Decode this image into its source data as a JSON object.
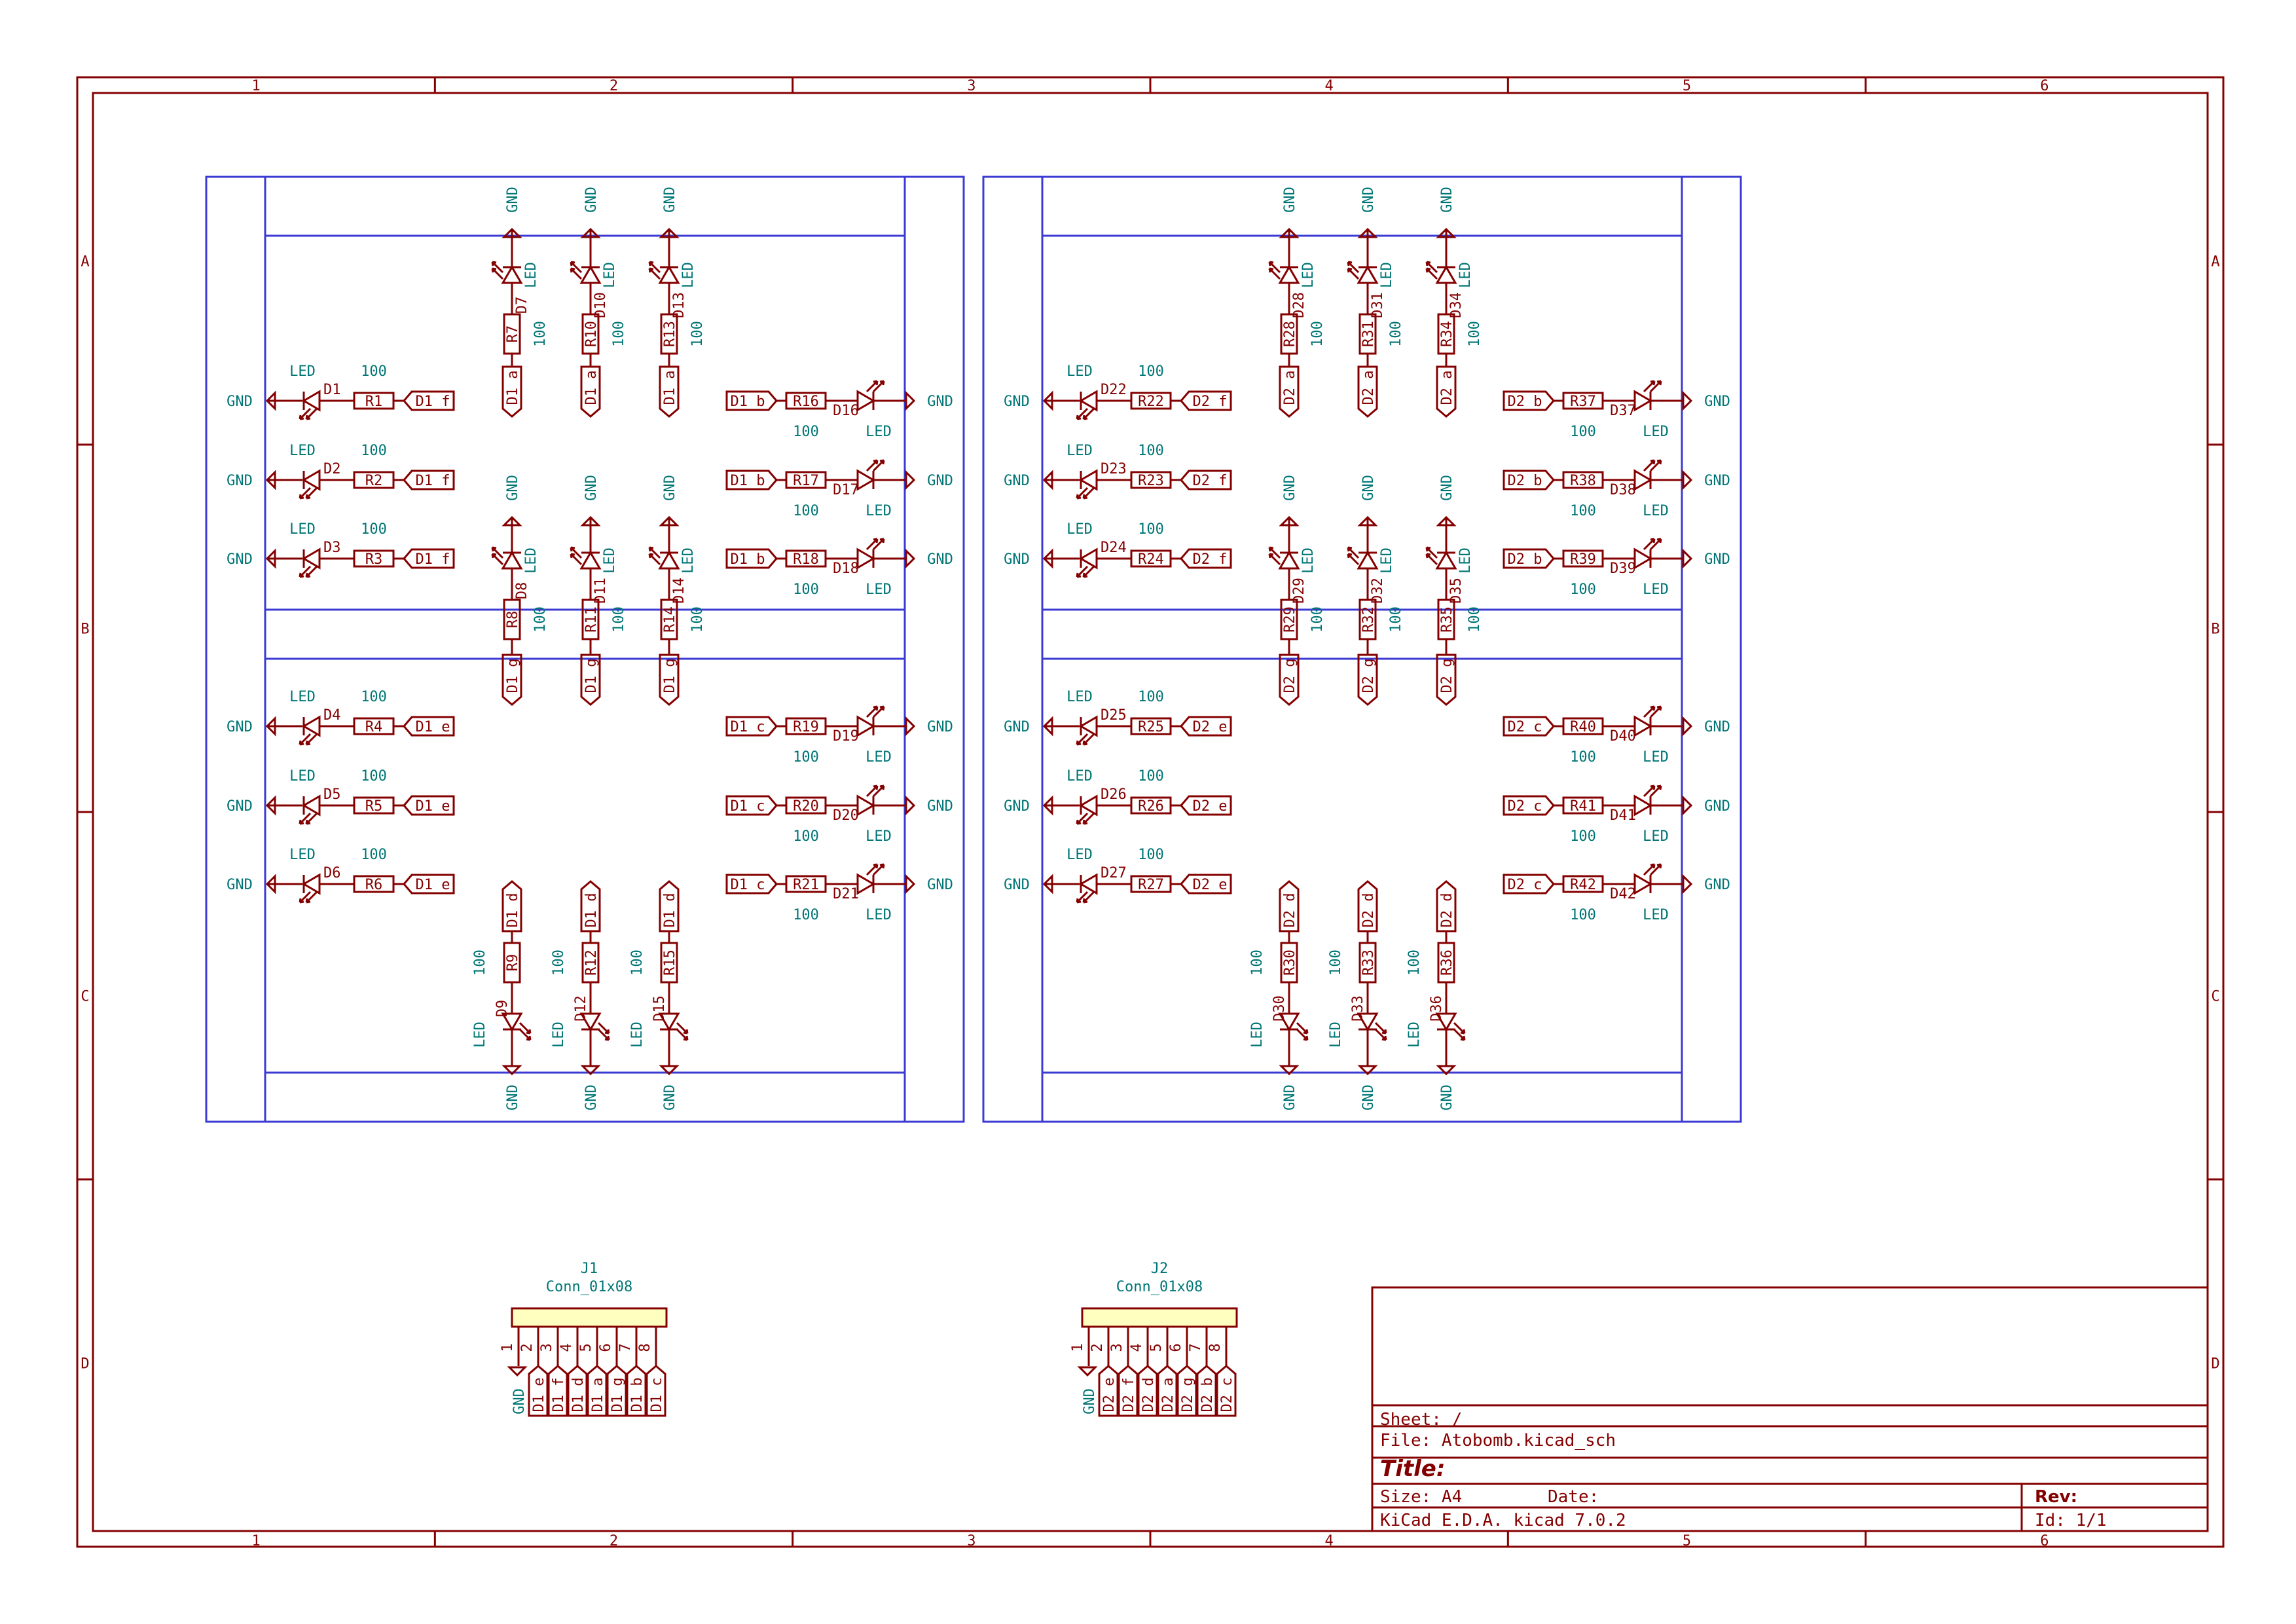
{
  "frame": {
    "columns": [
      "1",
      "2",
      "3",
      "4",
      "5",
      "6"
    ],
    "rows": [
      "A",
      "B",
      "C",
      "D"
    ]
  },
  "title_block": {
    "sheet": "Sheet: /",
    "file": "File: Atobomb.kicad_sch",
    "title": "Title:",
    "size": "Size: A4",
    "date": "Date:",
    "rev": "Rev:",
    "tool": "KiCad E.D.A.  kicad 7.0.2",
    "id": "Id: 1/1"
  },
  "net_gnd": "GND",
  "led_value": "LED",
  "res_value": "100",
  "digits": [
    {
      "prefix": "D1",
      "left": [
        {
          "led": "D1",
          "res": "R1",
          "net": "D1_f"
        },
        {
          "led": "D2",
          "res": "R2",
          "net": "D1_f"
        },
        {
          "led": "D3",
          "res": "R3",
          "net": "D1_f"
        },
        {
          "led": "D4",
          "res": "R4",
          "net": "D1_e"
        },
        {
          "led": "D5",
          "res": "R5",
          "net": "D1_e"
        },
        {
          "led": "D6",
          "res": "R6",
          "net": "D1_e"
        }
      ],
      "right": [
        {
          "led": "D16",
          "res": "R16",
          "net": "D1_b"
        },
        {
          "led": "D17",
          "res": "R17",
          "net": "D1_b"
        },
        {
          "led": "D18",
          "res": "R18",
          "net": "D1_b"
        },
        {
          "led": "D19",
          "res": "R19",
          "net": "D1_c"
        },
        {
          "led": "D20",
          "res": "R20",
          "net": "D1_c"
        },
        {
          "led": "D21",
          "res": "R21",
          "net": "D1_c"
        }
      ],
      "top": [
        {
          "led": "D7",
          "res": "R7",
          "net": "D1_a"
        },
        {
          "led": "D10",
          "res": "R10",
          "net": "D1_a"
        },
        {
          "led": "D13",
          "res": "R13",
          "net": "D1_a"
        }
      ],
      "middle": [
        {
          "led": "D8",
          "res": "R8",
          "net": "D1_g"
        },
        {
          "led": "D11",
          "res": "R11",
          "net": "D1_g"
        },
        {
          "led": "D14",
          "res": "R14",
          "net": "D1_g"
        }
      ],
      "bottom": [
        {
          "led": "D9",
          "res": "R9",
          "net": "D1_d"
        },
        {
          "led": "D12",
          "res": "R12",
          "net": "D1_d"
        },
        {
          "led": "D15",
          "res": "R15",
          "net": "D1_d"
        }
      ]
    },
    {
      "prefix": "D2",
      "left": [
        {
          "led": "D22",
          "res": "R22",
          "net": "D2_f"
        },
        {
          "led": "D23",
          "res": "R23",
          "net": "D2_f"
        },
        {
          "led": "D24",
          "res": "R24",
          "net": "D2_f"
        },
        {
          "led": "D25",
          "res": "R25",
          "net": "D2_e"
        },
        {
          "led": "D26",
          "res": "R26",
          "net": "D2_e"
        },
        {
          "led": "D27",
          "res": "R27",
          "net": "D2_e"
        }
      ],
      "right": [
        {
          "led": "D37",
          "res": "R37",
          "net": "D2_b"
        },
        {
          "led": "D38",
          "res": "R38",
          "net": "D2_b"
        },
        {
          "led": "D39",
          "res": "R39",
          "net": "D2_b"
        },
        {
          "led": "D40",
          "res": "R40",
          "net": "D2_c"
        },
        {
          "led": "D41",
          "res": "R41",
          "net": "D2_c"
        },
        {
          "led": "D42",
          "res": "R42",
          "net": "D2_c"
        }
      ],
      "top": [
        {
          "led": "D28",
          "res": "R28",
          "net": "D2_a"
        },
        {
          "led": "D31",
          "res": "R31",
          "net": "D2_a"
        },
        {
          "led": "D34",
          "res": "R34",
          "net": "D2_a"
        }
      ],
      "middle": [
        {
          "led": "D29",
          "res": "R29",
          "net": "D2_g"
        },
        {
          "led": "D32",
          "res": "R32",
          "net": "D2_g"
        },
        {
          "led": "D35",
          "res": "R35",
          "net": "D2_g"
        }
      ],
      "bottom": [
        {
          "led": "D30",
          "res": "R30",
          "net": "D2_d"
        },
        {
          "led": "D33",
          "res": "R33",
          "net": "D2_d"
        },
        {
          "led": "D36",
          "res": "R36",
          "net": "D2_d"
        }
      ]
    }
  ],
  "connectors": [
    {
      "ref": "J1",
      "value": "Conn_01x08",
      "pins": [
        "1",
        "2",
        "3",
        "4",
        "5",
        "6",
        "7",
        "8"
      ],
      "nets": [
        "GND",
        "D1_e",
        "D1_f",
        "D1_d",
        "D1_a",
        "D1_g",
        "D1_b",
        "D1_c"
      ]
    },
    {
      "ref": "J2",
      "value": "Conn_01x08",
      "pins": [
        "1",
        "2",
        "3",
        "4",
        "5",
        "6",
        "7",
        "8"
      ],
      "nets": [
        "GND",
        "D2_e",
        "D2_f",
        "D2_d",
        "D2_a",
        "D2_g",
        "D2_b",
        "D2_c"
      ]
    }
  ]
}
